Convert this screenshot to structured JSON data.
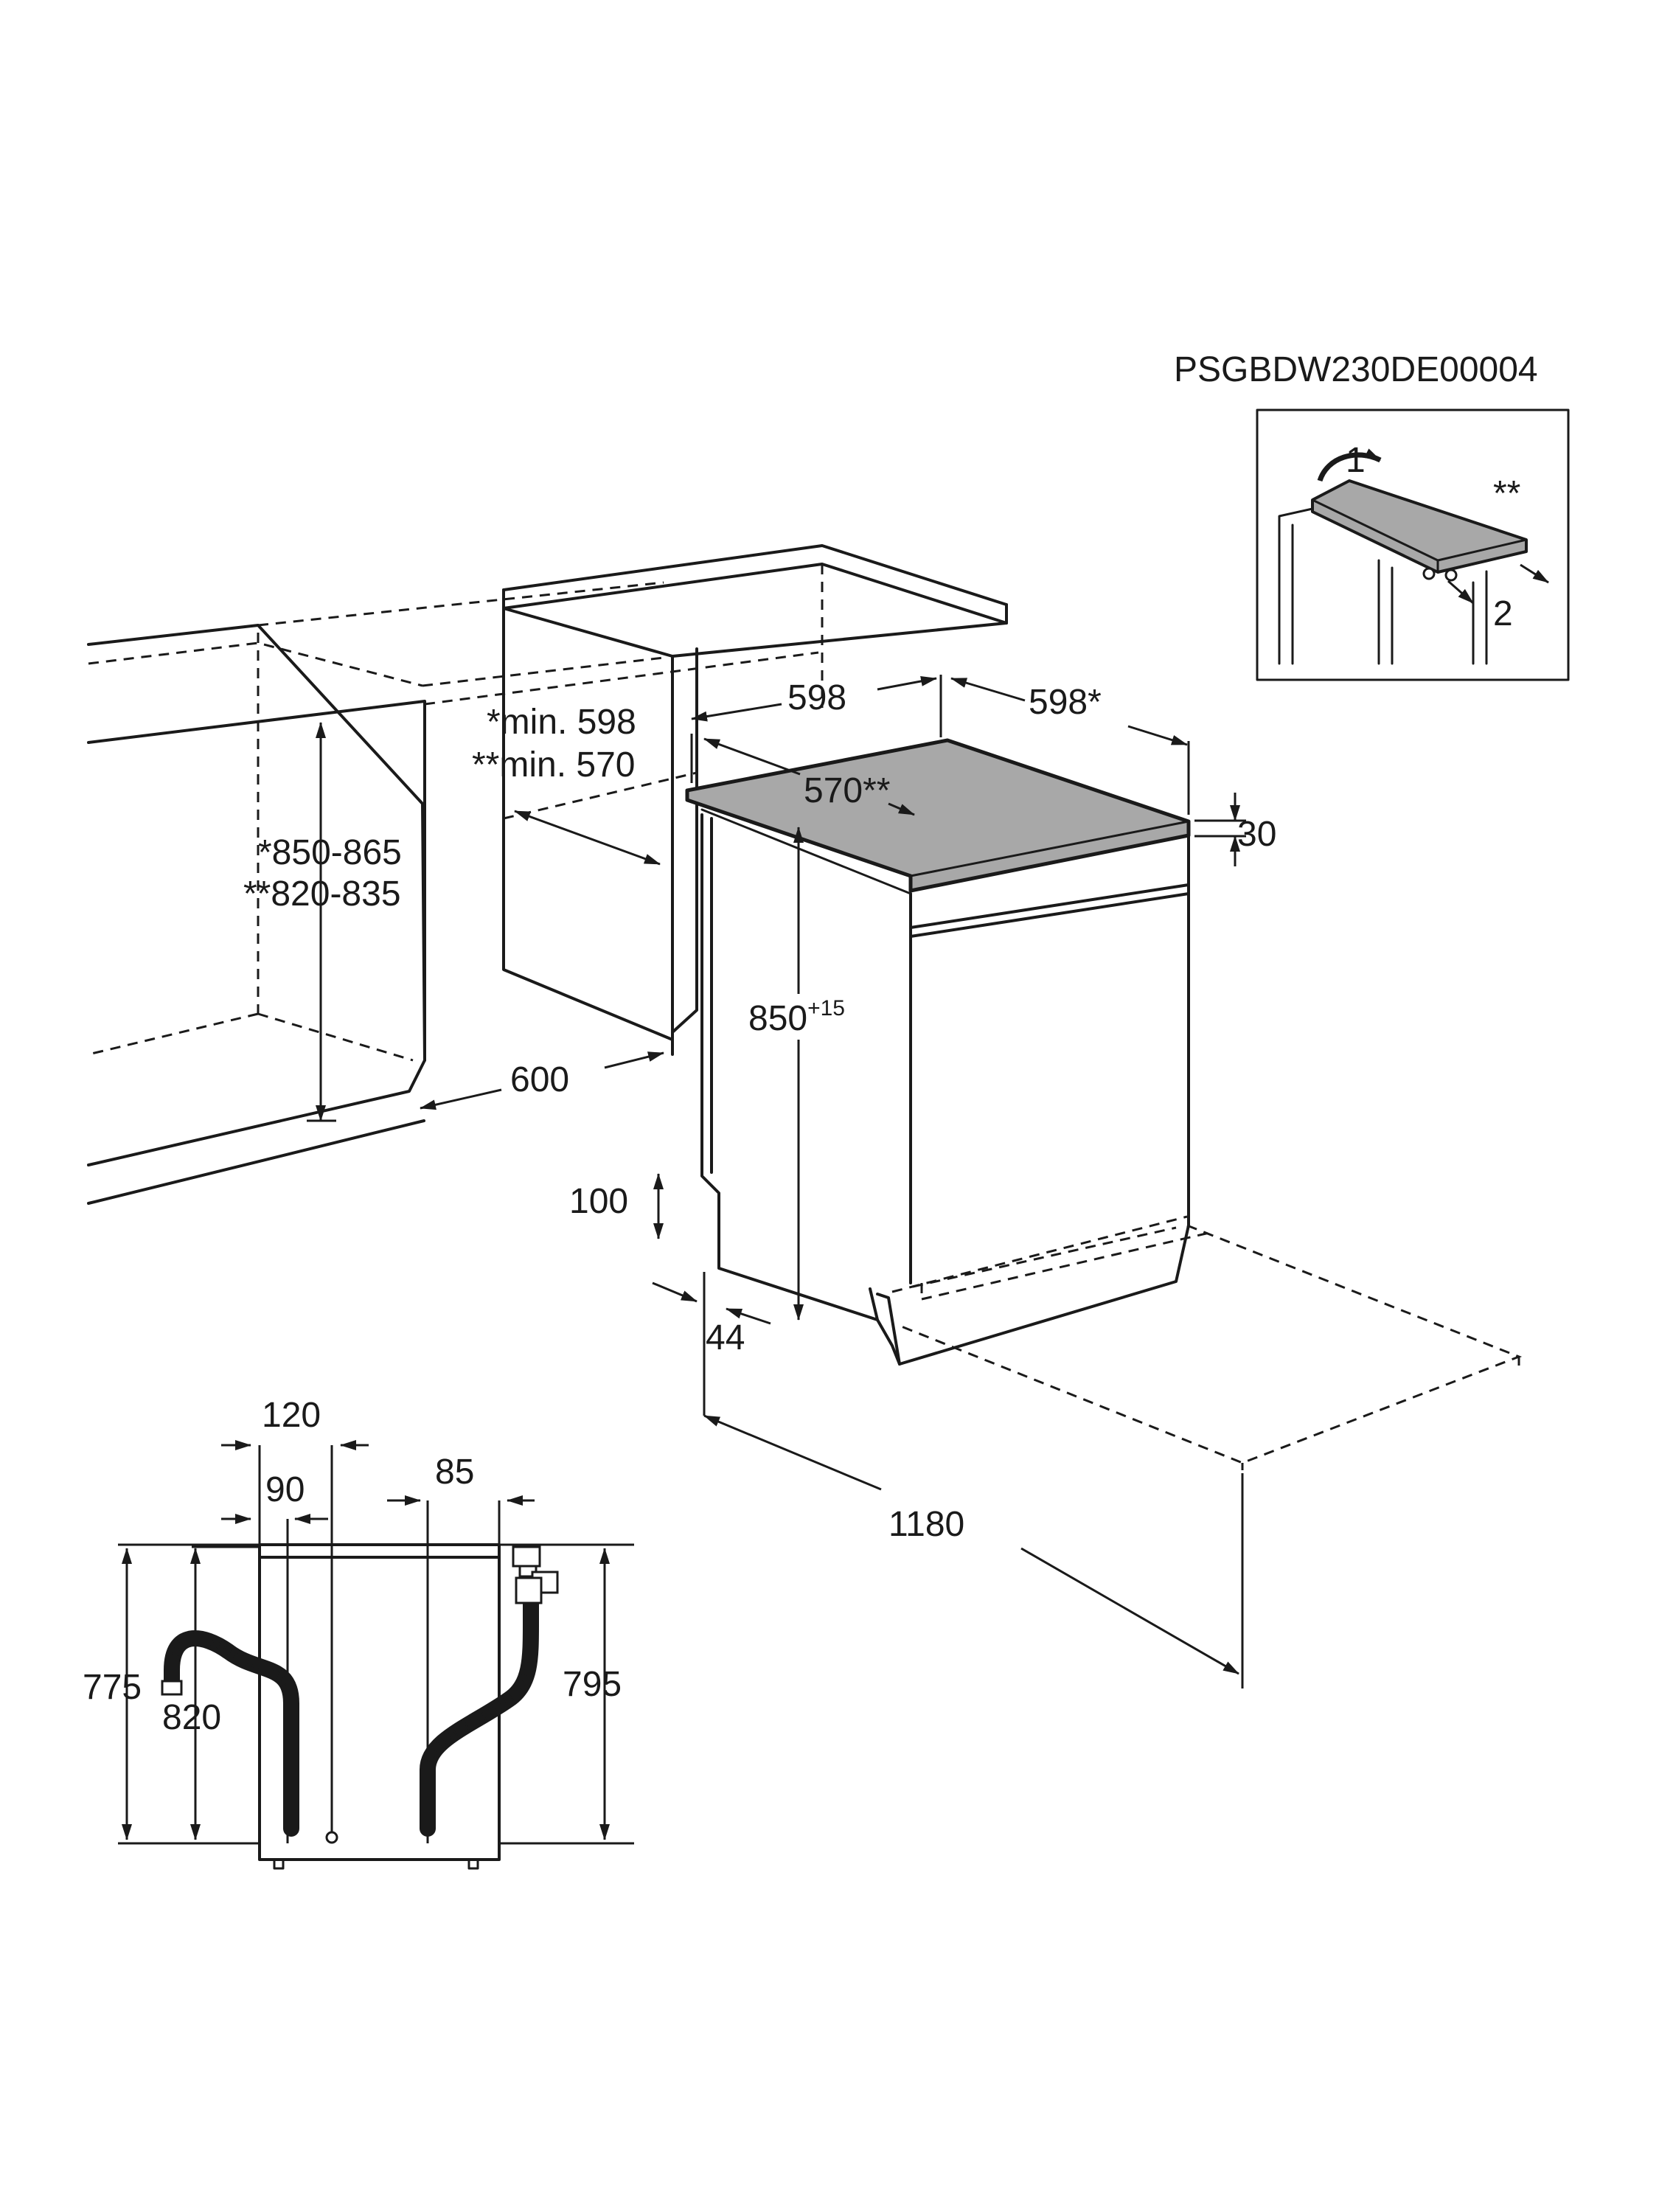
{
  "code": "PSGBDW230DE00004",
  "inset": {
    "step1": "1",
    "step2": "2",
    "marker": "**"
  },
  "niche": {
    "width_min_1": "*min. 598",
    "width_min_2": "**min. 570",
    "height_1": "*850-865",
    "height_2": "**820-835",
    "depth": "600"
  },
  "appliance": {
    "width": "598",
    "depth": "598*",
    "depth_alt": "570**",
    "top_thickness": "30",
    "height_base": "850",
    "height_sup": "+15",
    "plinth_height": "100",
    "plinth_depth": "44",
    "door_open_depth": "1180"
  },
  "rear": {
    "dim_120": "120",
    "dim_90": "90",
    "dim_85": "85",
    "dim_775": "775",
    "dim_820": "820",
    "dim_795": "795"
  }
}
